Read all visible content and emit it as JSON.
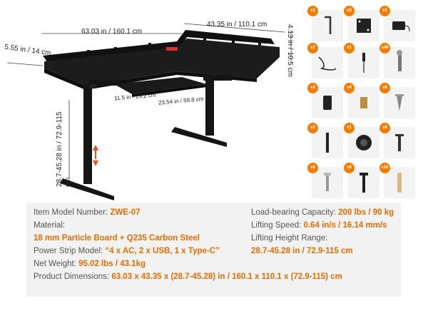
{
  "dimensions": {
    "length": "63.03 in / 160.1 cm",
    "width": "43.35 in / 110.1 cm",
    "shelf_height": "4.13 in / 10.5 cm",
    "shelf_depth": "5.55 in / 14 cm",
    "lift_range": "28.7-45.28 in / 72.9-115 cm",
    "keyboard_depth": "11.5 in / 29.2 cm",
    "keyboard_width": "23.54 in / 59.8 cm"
  },
  "parts": [
    {
      "qty": "x1",
      "icon": "allen-key-icon"
    },
    {
      "qty": "x3",
      "icon": "bracket-plate-icon"
    },
    {
      "qty": "x1",
      "icon": "power-adapter-icon"
    },
    {
      "qty": "x2",
      "icon": "cable-icon"
    },
    {
      "qty": "x1",
      "icon": "screwdriver-icon"
    },
    {
      "qty": "x48",
      "icon": "long-screw-icon"
    },
    {
      "qty": "x4",
      "icon": "shelf-bracket-icon"
    },
    {
      "qty": "x4",
      "icon": "threaded-insert-icon"
    },
    {
      "qty": "x8",
      "icon": "wood-screw-icon"
    },
    {
      "qty": "x2",
      "icon": "side-bar-icon"
    },
    {
      "qty": "x1",
      "icon": "grommet-cap-icon"
    },
    {
      "qty": "x8",
      "icon": "anchor-screw-icon"
    },
    {
      "qty": "x8",
      "icon": "bolt-icon"
    },
    {
      "qty": "x8",
      "icon": "standoff-pin-icon"
    },
    {
      "qty": "x10",
      "icon": "wooden-dowel-icon"
    }
  ],
  "specs": {
    "model_label": "Item Model Number:",
    "model_value": "ZWE-07",
    "material_label": "Material:",
    "material_value": "18 mm Particle Board + Q235 Carbon Steel",
    "power_label": "Power Strip Model:",
    "power_value": "“4 x AC, 2 x USB, 1 x Type-C”",
    "weight_label": "Net Weight:",
    "weight_value": "95.02 lbs / 43.1kg",
    "product_dim_label": "Product Dimensions:",
    "product_dim_value": "63.03 x 43.35 x (28.7-45.28) in / 160.1 x 110.1 x (72.9-115) cm",
    "capacity_label": "Load-bearing Capacity:",
    "capacity_value": "200 lbs / 90 kg",
    "speed_label": "Lifting Speed:",
    "speed_value": "0.64 in/s / 16.14 mm/s",
    "lift_label": "Lifting Height Range:",
    "lift_value": "28.7-45.28 in / 72.9-115 cm"
  },
  "colors": {
    "accent": "#e06d00",
    "badge": "#f27c00",
    "desk": "#1c1c1c",
    "arrow": "#e5502a"
  }
}
